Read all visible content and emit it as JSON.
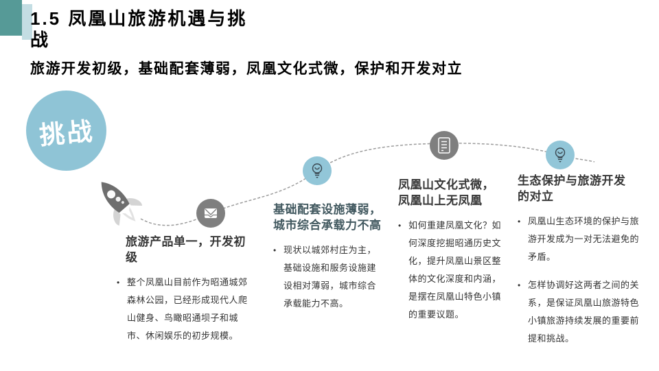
{
  "slide": {
    "title_line1": "1.5 凤凰山旅游机遇与挑",
    "title_line2": "战",
    "subtitle": "旅游开发初级，基础配套薄弱，凤凰文化式微，保护和开发对立"
  },
  "challenge_badge": {
    "label": "挑战"
  },
  "colors": {
    "accent_teal_dark": "#569a97",
    "accent_teal_light": "#c3dde3",
    "badge_blue": "#8fc4d6",
    "milestone_gray": "#7f7f7f",
    "milestone_blue": "#92c6d8",
    "dash_line": "#9b9b9b",
    "heading_dark": "#363636",
    "heading_teal": "#41585f"
  },
  "milestones": [
    {
      "icon": "mail-icon",
      "icon_color": "#7f7f7f",
      "heading": "旅游产品单一，开发初级",
      "bullets": [
        "整个凤凰山目前作为昭通城郊森林公园，已经形成现代人爬山健身、鸟瞰昭通坝子和城市、休闲娱乐的初步规模。"
      ]
    },
    {
      "icon": "lightbulb-icon",
      "icon_color": "#92c6d8",
      "heading": "基础配套设施薄弱，城市综合承载力不高",
      "bullets": [
        "现状以城郊村庄为主，基础设施和服务设施建设相对薄弱，城市综合承载能力不高。"
      ]
    },
    {
      "icon": "document-icon",
      "icon_color": "#7f7f7f",
      "heading": "凤凰山文化式微，凤凰山上无凤凰",
      "bullets": [
        "如何重建凤凰文化？如何深度挖掘昭通历史文化，提升凤凰山景区整体的文化深度和内涵，是摆在凤凰山特色小镇的重要议题。"
      ]
    },
    {
      "icon": "lightbulb-icon",
      "icon_color": "#92c6d8",
      "heading": "生态保护与旅游开发的对立",
      "bullets": [
        "凤凰山生态环境的保护与旅游开发成为一对无法避免的矛盾。",
        "怎样协调好这两者之间的关系，是保证凤凰山旅游特色小镇旅游持续发展的重要前提和挑战。"
      ]
    }
  ]
}
